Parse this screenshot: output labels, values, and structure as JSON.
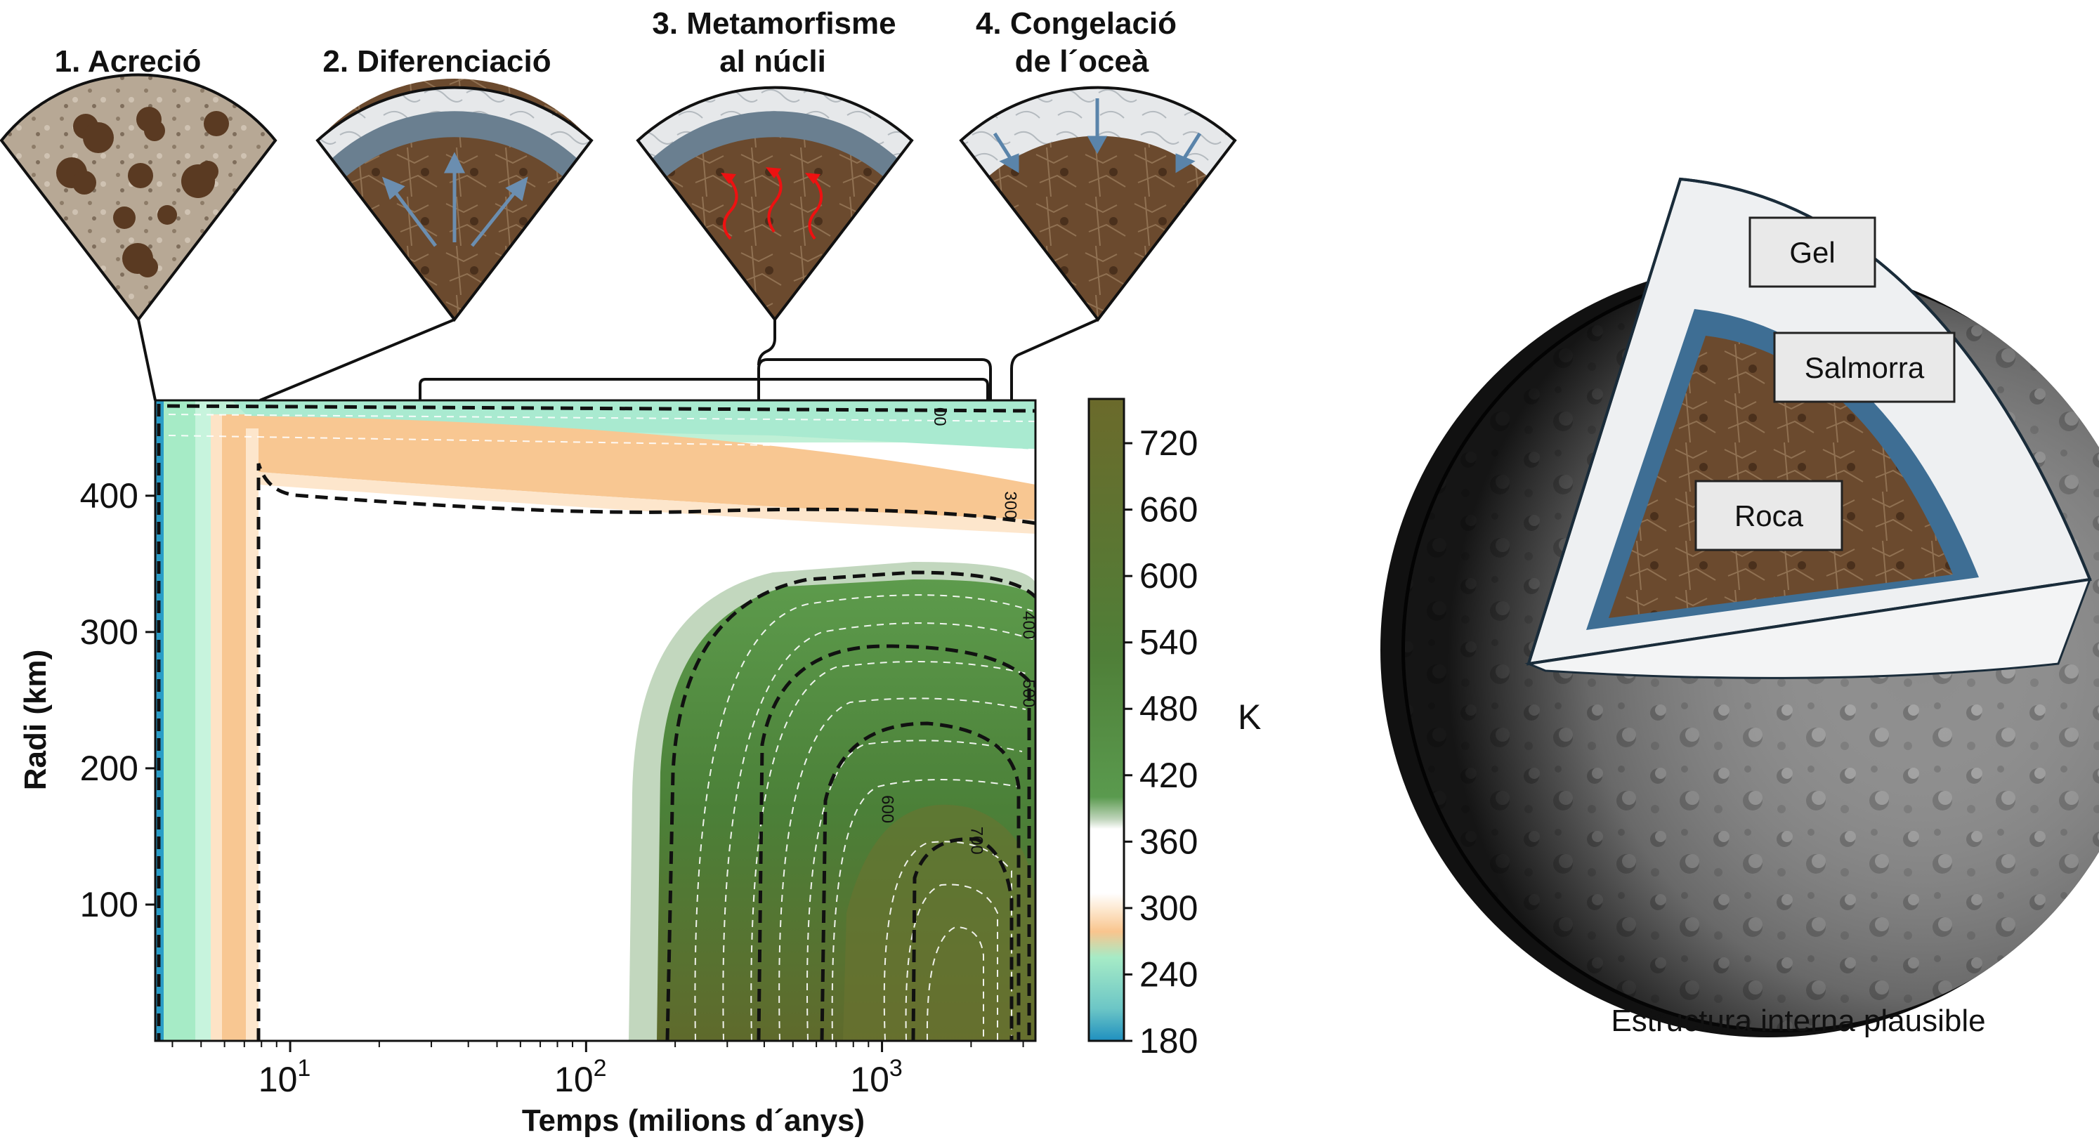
{
  "stages": [
    {
      "line1": "1. Acreció",
      "line2": ""
    },
    {
      "line1": "2. Diferenciació",
      "line2": ""
    },
    {
      "line1": "3. Metamorfisme",
      "line2": "al núcli"
    },
    {
      "line1": "4. Congelació",
      "line2": "de l´oceà"
    }
  ],
  "chart_data": {
    "type": "heatmap",
    "title": "",
    "xlabel": "Temps (milions  d´anys)",
    "ylabel": "Radi (km)",
    "x_scale": "log",
    "xlim": [
      3.5,
      3300
    ],
    "ylim": [
      0,
      470
    ],
    "x_ticks": [
      {
        "value": 10,
        "base": "10",
        "exp": "1"
      },
      {
        "value": 100,
        "base": "10",
        "exp": "2"
      },
      {
        "value": 1000,
        "base": "10",
        "exp": "3"
      }
    ],
    "y_ticks": [
      100,
      200,
      300,
      400
    ],
    "colorbar": {
      "label": "K",
      "range": [
        180,
        760
      ],
      "ticks": [
        180,
        240,
        300,
        360,
        420,
        480,
        540,
        600,
        660,
        720
      ]
    },
    "contour_labels": [
      {
        "text": "300",
        "x": 2600,
        "y": 393
      },
      {
        "text": "400",
        "x": 3000,
        "y": 305
      },
      {
        "text": "500",
        "x": 3000,
        "y": 255
      },
      {
        "text": "600",
        "x": 1000,
        "y": 170
      },
      {
        "text": "700",
        "x": 2000,
        "y": 147
      },
      {
        "text": "00",
        "x": 1500,
        "y": 458
      }
    ]
  },
  "model": {
    "labels": {
      "ice": "Gel",
      "brine": "Salmorra",
      "rock": "Roca"
    },
    "caption": "Estructura interna plausible"
  }
}
